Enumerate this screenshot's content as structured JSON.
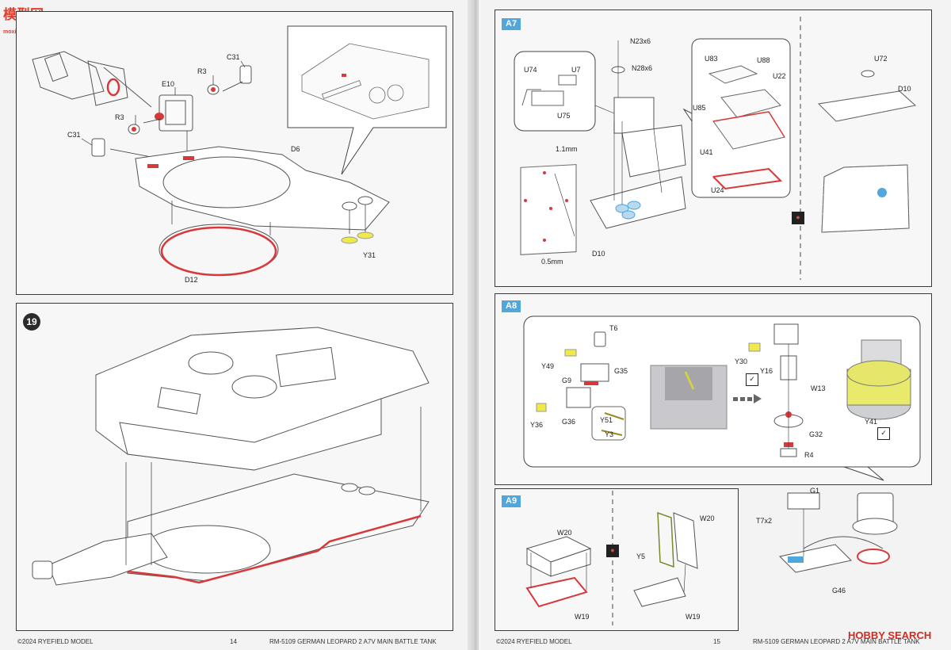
{
  "watermark_top": {
    "text": "模型网",
    "sub": "moxing.net"
  },
  "watermark_bottom": {
    "text": "HOBBY SEARCH"
  },
  "left_page": {
    "footer_left": "©2024 RYEFIELD MODEL",
    "page_number": "14",
    "footer_right": "RM-5109 GERMAN LEOPARD  2 A7V MAIN BATTLE TANK",
    "step18_labels": {
      "c31a": "C31",
      "r3a": "R3",
      "e10": "E10",
      "r3b": "R3",
      "c31b": "C31",
      "d6": "D6",
      "y31": "Y31",
      "d12": "D12"
    },
    "step19": {
      "number": "19"
    }
  },
  "right_page": {
    "footer_left": "©2024 RYEFIELD MODEL",
    "page_number": "15",
    "footer_right": "RM-5109 GERMAN LEOPARD  2 A7V MAIN BATTLE TANK",
    "a7": {
      "tag": "A7",
      "labels": {
        "n23": "N23x6",
        "n28": "N28x6",
        "u74": "U74",
        "u7": "U7",
        "u75": "U75",
        "u83": "U83",
        "u88": "U88",
        "u22": "U22",
        "u85": "U85",
        "u41": "U41",
        "u24": "U24",
        "mm11": "1.1mm",
        "mm05": "0.5mm",
        "d10a": "D10",
        "u72": "U72",
        "d10b": "D10"
      }
    },
    "a8": {
      "tag": "A8",
      "labels": {
        "t6": "T6",
        "y49": "Y49",
        "g9": "G9",
        "g35": "G35",
        "y36": "Y36",
        "g36": "G36",
        "y51": "Y51",
        "y3": "Y3",
        "y30": "Y30",
        "y16": "Y16",
        "w13": "W13",
        "g32": "G32",
        "r4": "R4",
        "y41": "Y41",
        "g1": "G1",
        "t7": "T7x2",
        "g46": "G46"
      }
    },
    "a9": {
      "tag": "A9",
      "labels": {
        "w20a": "W20",
        "w19a": "W19",
        "w20b": "W20",
        "y5": "Y5",
        "w19b": "W19"
      }
    }
  }
}
